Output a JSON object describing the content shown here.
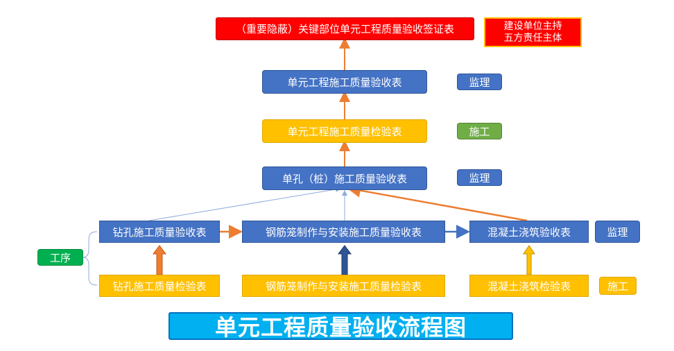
{
  "top": {
    "signoff_table": "（重要隐蔽）关键部位单元工程质量验收签证表",
    "owner_note_line1": "建设单位主持",
    "owner_note_line2": "五方责任主体"
  },
  "levels": {
    "unit_acceptance": "单元工程施工质量验收表",
    "unit_inspection": "单元工程施工质量检验表",
    "pile_acceptance": "单孔（桩）施工质量验收表"
  },
  "processes": {
    "drilling_acceptance": "钻孔施工质量验收表",
    "cage_acceptance": "钢筋笼制作与安装施工质量验收表",
    "concrete_acceptance": "混凝土浇筑验收表",
    "drilling_inspection": "钻孔施工质量检验表",
    "cage_inspection": "钢筋笼制作与安装施工质量检验表",
    "concrete_inspection": "混凝土浇筑检验表"
  },
  "tags": {
    "supervision_1": "监理",
    "construction_1": "施工",
    "supervision_2": "监理",
    "supervision_3": "监理",
    "construction_2": "施工",
    "process": "工序"
  },
  "title": "单元工程质量验收流程图",
  "colors": {
    "blue": "#4472C4",
    "yellow": "#FFC000",
    "red": "#FF0000",
    "green": "#70AD47",
    "orange_arrow": "#ED7D31",
    "title_bg": "#00B0F0"
  }
}
